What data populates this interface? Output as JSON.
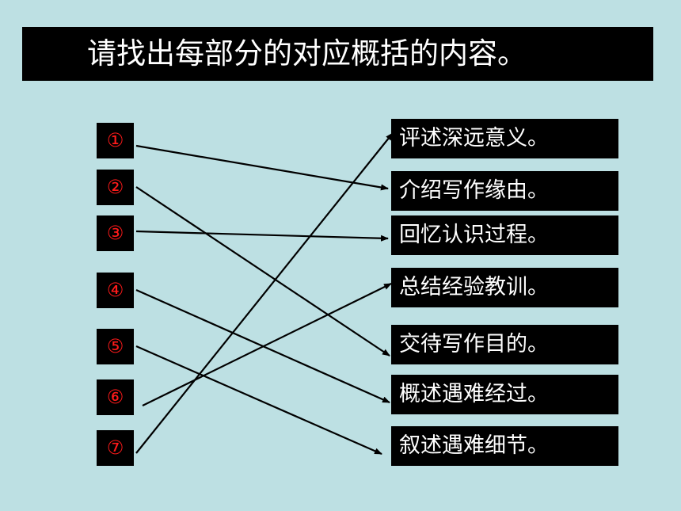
{
  "title": "请找出每部分的对应概括的内容。",
  "numbers": [
    "①",
    "②",
    "③",
    "④",
    "⑤",
    "⑥",
    "⑦"
  ],
  "options": [
    "评述深远意义。",
    "介绍写作缘由。",
    "回忆认识过程。",
    "总结经验教训。",
    "交待写作目的。",
    "概述遇难经过。",
    "叙述遇难细节。"
  ],
  "matches": [
    {
      "from": "①",
      "to": "介绍写作缘由。"
    },
    {
      "from": "②",
      "to": "交待写作目的。"
    },
    {
      "from": "③",
      "to": "回忆认识过程。"
    },
    {
      "from": "④",
      "to": "概述遇难经过。"
    },
    {
      "from": "⑤",
      "to": "叙述遇难细节。"
    },
    {
      "from": "⑥",
      "to": "总结经验教训。"
    },
    {
      "from": "⑦",
      "to": "评述深远意义。"
    }
  ]
}
